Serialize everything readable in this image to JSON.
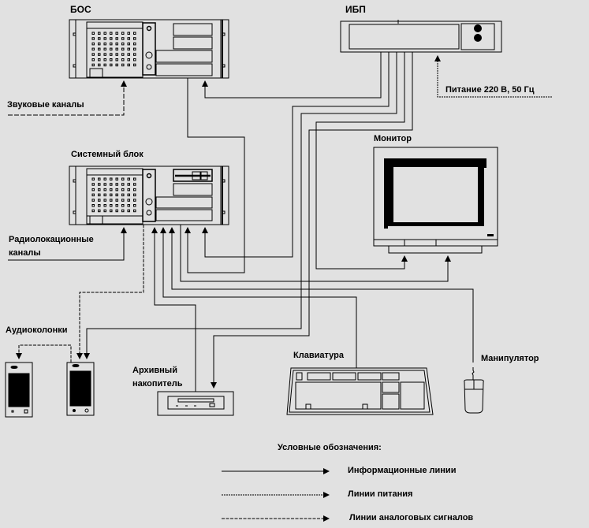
{
  "diagram": {
    "nodes": {
      "bos": {
        "label": "БОС"
      },
      "ups": {
        "label": "ИБП"
      },
      "system_unit": {
        "label": "Системный блок"
      },
      "monitor": {
        "label": "Монитор"
      },
      "speakers": {
        "label": "Аудиоколонки"
      },
      "archive": {
        "label_line1": "Архивный",
        "label_line2": "накопитель"
      },
      "keyboard": {
        "label": "Клавиатура"
      },
      "mouse": {
        "label": "Манипулятор"
      }
    },
    "inputs": {
      "sound_channels": "Звуковые каналы",
      "radar_line1": "Радиолокационные",
      "radar_line2": "каналы",
      "power_in": "Питание 220 В, 50 Гц"
    },
    "legend": {
      "title": "Условные обозначения:",
      "items": [
        {
          "label": "Информационные линии",
          "style": "solid"
        },
        {
          "label": "Линии питания",
          "style": "dotted"
        },
        {
          "label": "Линии аналоговых сигналов",
          "style": "dashed"
        }
      ]
    },
    "edges": [
      {
        "from": "ups",
        "to": "bos",
        "type": "power"
      },
      {
        "from": "ups",
        "to": "system_unit",
        "type": "power"
      },
      {
        "from": "ups",
        "to": "monitor",
        "type": "power"
      },
      {
        "from": "ups",
        "to": "speakers",
        "type": "power"
      },
      {
        "from": "ups",
        "to": "archive",
        "type": "power"
      },
      {
        "from": "bos",
        "to": "system_unit",
        "type": "information"
      },
      {
        "from": "system_unit",
        "to": "monitor",
        "type": "information"
      },
      {
        "from": "keyboard",
        "to": "system_unit",
        "type": "information"
      },
      {
        "from": "mouse",
        "to": "system_unit",
        "type": "information"
      },
      {
        "from": "archive",
        "to": "system_unit",
        "type": "information"
      },
      {
        "from": "system_unit",
        "to": "speakers",
        "type": "analog"
      },
      {
        "from": "sound_channels",
        "to": "bos",
        "type": "analog"
      },
      {
        "from": "radar_channels",
        "to": "system_unit",
        "type": "information"
      },
      {
        "from": "mains",
        "to": "ups",
        "type": "power"
      }
    ]
  }
}
